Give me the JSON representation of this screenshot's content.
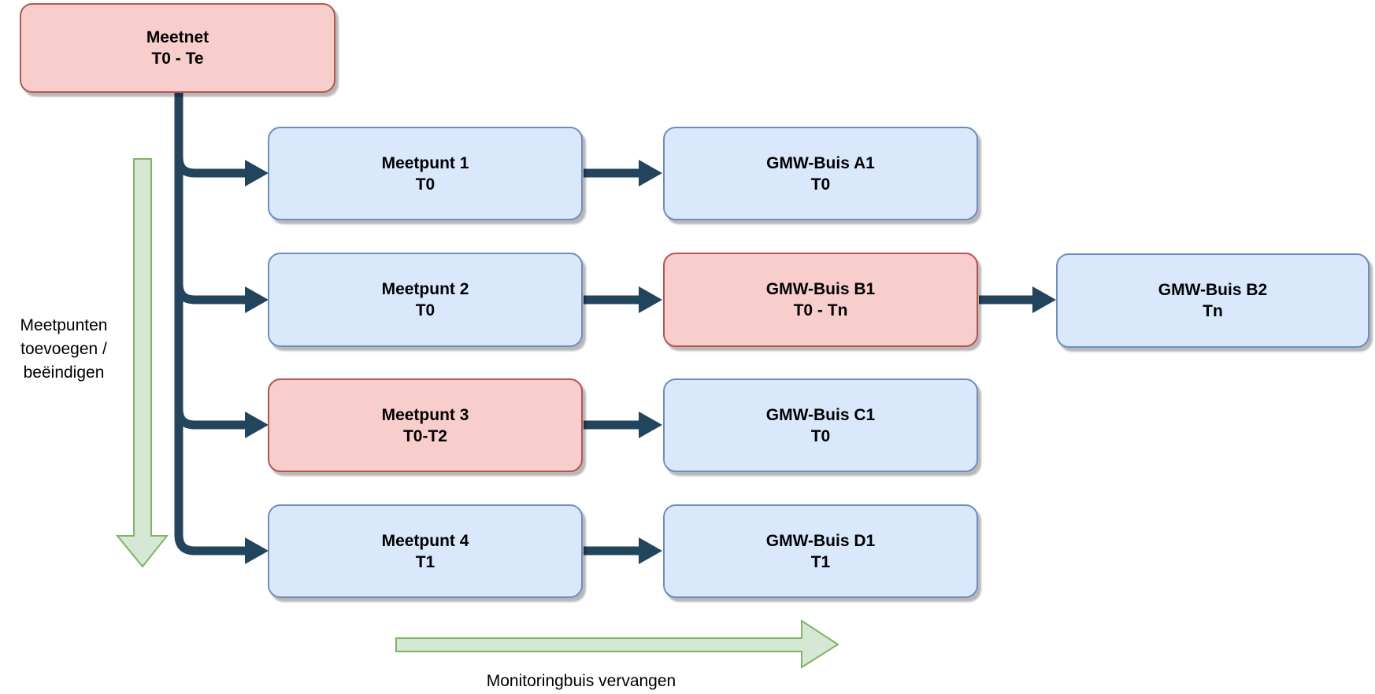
{
  "colors": {
    "node_blue_fill": "#dae8fc",
    "node_blue_border": "#6c8ebf",
    "node_red_fill": "#f8cecc",
    "node_red_border": "#b85450",
    "edge_dark": "#23445d",
    "green_fill": "#d5e8d4",
    "green_border": "#82b366"
  },
  "nodes": {
    "meetnet": {
      "title": "Meetnet",
      "subtitle": "T0 - Te"
    },
    "meetpunt1": {
      "title": "Meetpunt 1",
      "subtitle": "T0"
    },
    "meetpunt2": {
      "title": "Meetpunt 2",
      "subtitle": "T0"
    },
    "meetpunt3": {
      "title": "Meetpunt 3",
      "subtitle": "T0-T2"
    },
    "meetpunt4": {
      "title": "Meetpunt 4",
      "subtitle": "T1"
    },
    "gmw_a1": {
      "title": "GMW-Buis A1",
      "subtitle": "T0"
    },
    "gmw_b1": {
      "title": "GMW-Buis B1",
      "subtitle": "T0 - Tn"
    },
    "gmw_b2": {
      "title": "GMW-Buis B2",
      "subtitle": "Tn"
    },
    "gmw_c1": {
      "title": "GMW-Buis C1",
      "subtitle": "T0"
    },
    "gmw_d1": {
      "title": "GMW-Buis D1",
      "subtitle": "T1"
    }
  },
  "annotations": {
    "left_label_lines": [
      "Meetpunten",
      "toevoegen /",
      "beëindigen"
    ],
    "bottom_label": "Monitoringbuis vervangen"
  }
}
